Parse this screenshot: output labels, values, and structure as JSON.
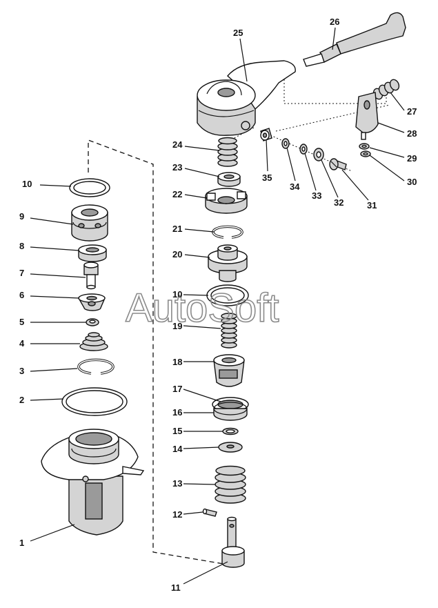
{
  "watermark": "AutoSoft",
  "colors": {
    "line": "#111111",
    "shade": "#d4d4d4",
    "dark": "#9a9a9a",
    "watermark": "#8a8a8a"
  },
  "callouts": [
    {
      "id": "1",
      "label": "1"
    },
    {
      "id": "2",
      "label": "2"
    },
    {
      "id": "3",
      "label": "3"
    },
    {
      "id": "4",
      "label": "4"
    },
    {
      "id": "5",
      "label": "5"
    },
    {
      "id": "6",
      "label": "6"
    },
    {
      "id": "7",
      "label": "7"
    },
    {
      "id": "8",
      "label": "8"
    },
    {
      "id": "9",
      "label": "9"
    },
    {
      "id": "10a",
      "label": "10"
    },
    {
      "id": "10b",
      "label": "10"
    },
    {
      "id": "11",
      "label": "11"
    },
    {
      "id": "12",
      "label": "12"
    },
    {
      "id": "13",
      "label": "13"
    },
    {
      "id": "14",
      "label": "14"
    },
    {
      "id": "15",
      "label": "15"
    },
    {
      "id": "16",
      "label": "16"
    },
    {
      "id": "17",
      "label": "17"
    },
    {
      "id": "18",
      "label": "18"
    },
    {
      "id": "19",
      "label": "19"
    },
    {
      "id": "20",
      "label": "20"
    },
    {
      "id": "21",
      "label": "21"
    },
    {
      "id": "22",
      "label": "22"
    },
    {
      "id": "23",
      "label": "23"
    },
    {
      "id": "24",
      "label": "24"
    },
    {
      "id": "25",
      "label": "25"
    },
    {
      "id": "26",
      "label": "26"
    },
    {
      "id": "27",
      "label": "27"
    },
    {
      "id": "28",
      "label": "28"
    },
    {
      "id": "29",
      "label": "29"
    },
    {
      "id": "30",
      "label": "30"
    },
    {
      "id": "31",
      "label": "31"
    },
    {
      "id": "32",
      "label": "32"
    },
    {
      "id": "33",
      "label": "33"
    },
    {
      "id": "34",
      "label": "34"
    },
    {
      "id": "35",
      "label": "35"
    }
  ]
}
